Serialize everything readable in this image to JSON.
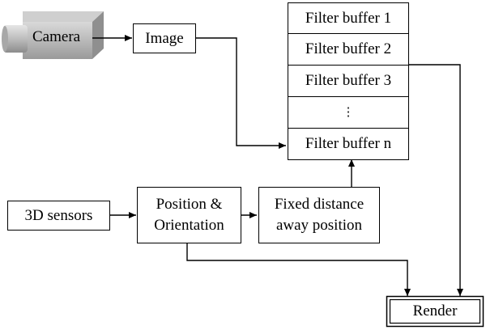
{
  "camera": {
    "label": "Camera",
    "icon": "camera-icon"
  },
  "image": {
    "label": "Image"
  },
  "filter_buffers": [
    "Filter buffer 1",
    "Filter buffer 2",
    "Filter buffer 3",
    "⋮",
    "Filter buffer n"
  ],
  "sensors": {
    "label": "3D sensors"
  },
  "position": {
    "line1": "Position &",
    "line2": "Orientation"
  },
  "fixed": {
    "line1": "Fixed distance",
    "line2": "away position"
  },
  "render": {
    "label": "Render"
  }
}
